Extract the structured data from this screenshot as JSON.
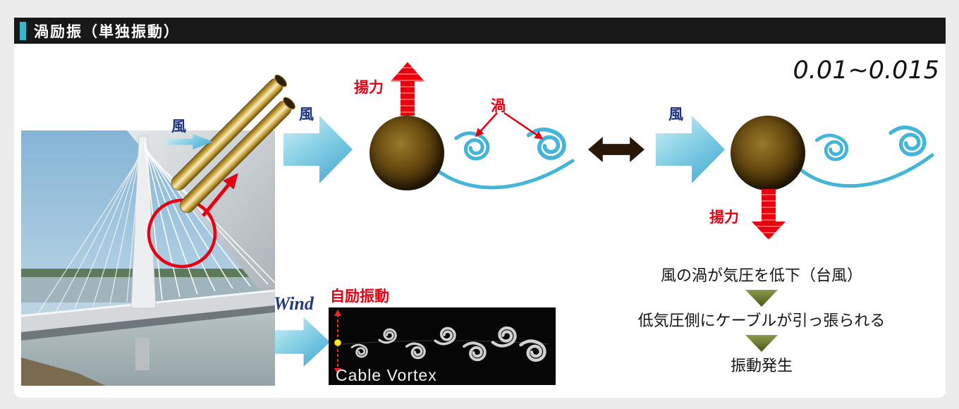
{
  "header": {
    "title": "渦励振（単独振動）"
  },
  "diagram": {
    "coefficient": "0.01~0.015",
    "wind_1": "風",
    "wind_2": "風",
    "wind_3": "風",
    "lift_up": "揚力",
    "lift_down": "揚力",
    "vortex_label": "渦"
  },
  "bottom": {
    "wind_en": "Wind",
    "self_excited": "自励振動",
    "cable_vortex_caption": "Cable Vortex"
  },
  "flow": {
    "steps": [
      "風の渦が気圧を低下（台風）",
      "低気圧側にケーブルが引っ張られる",
      "振動発生"
    ]
  },
  "colors": {
    "header_bg": "#181818",
    "accent_cyan": "#35b6c9",
    "arrow_cyan": "#54b7da",
    "red": "#e60012",
    "blue_text": "#1d3380",
    "olive_arrow": "#57671f",
    "gold_tube": "#c9a23a",
    "sphere_brown": "#4a3408"
  }
}
